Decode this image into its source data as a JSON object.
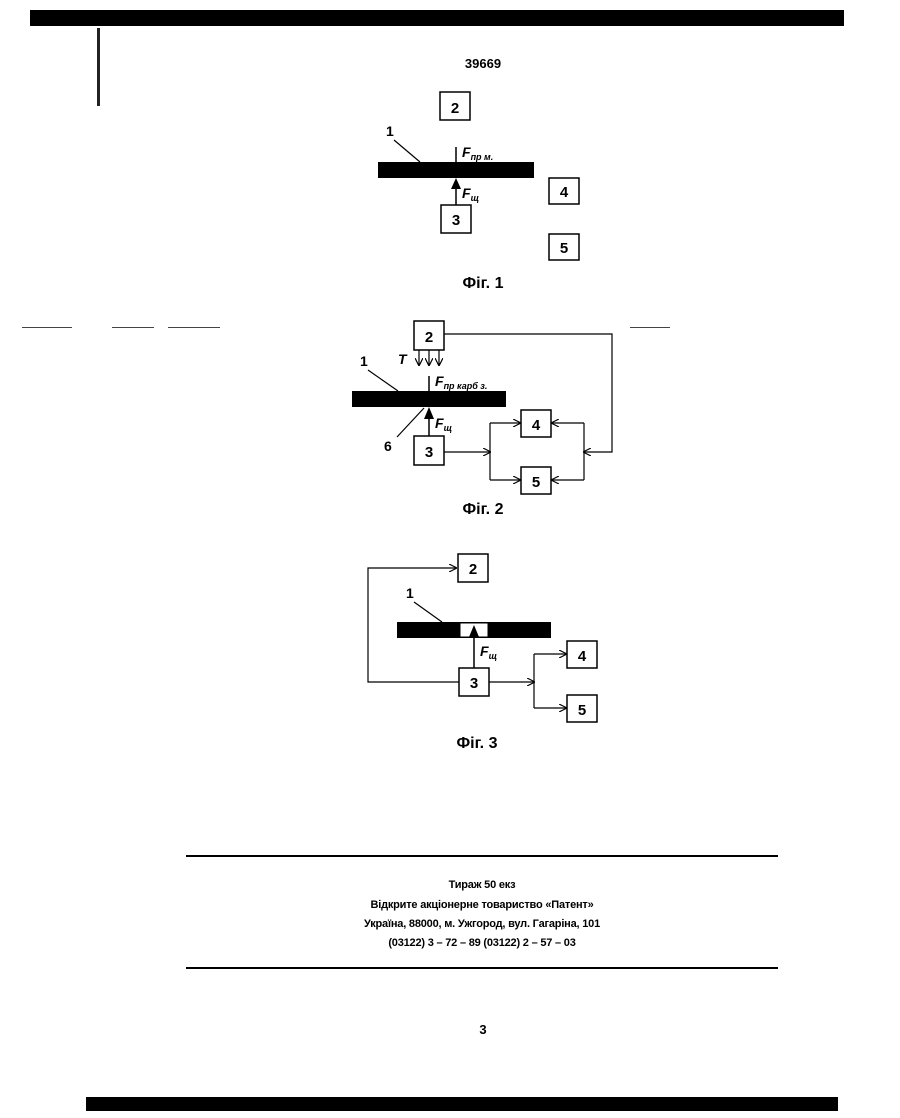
{
  "header": {
    "patent_number": "39669"
  },
  "figures": [
    {
      "caption": "Фіг. 1",
      "labels": {
        "body": "1",
        "block2": "2",
        "block3": "3",
        "block4": "4",
        "block5": "5",
        "force_top": "F",
        "force_top_sub": "пр м.",
        "force_bottom": "F",
        "force_bottom_sub": "щ"
      }
    },
    {
      "caption": "Фіг. 2",
      "labels": {
        "body": "1",
        "point": "6",
        "temperature": "T",
        "block2": "2",
        "block3": "3",
        "block4": "4",
        "block5": "5",
        "force_top": "F",
        "force_top_sub": "пр карб з.",
        "force_bottom": "F",
        "force_bottom_sub": "щ"
      }
    },
    {
      "caption": "Фіг. 3",
      "labels": {
        "body": "1",
        "block2": "2",
        "block3": "3",
        "block4": "4",
        "block5": "5",
        "force_bottom": "F",
        "force_bottom_sub": "щ"
      }
    }
  ],
  "imprint": {
    "line1": "Тираж 50 екз",
    "line2": "Відкрите акціонерне товариство «Патент»",
    "line3": "Україна, 88000, м. Ужгород, вул. Гагаріна, 101",
    "line4": "(03122) 3 – 72 – 89  (03122) 2 – 57 – 03"
  },
  "footer": {
    "page_number": "3"
  }
}
